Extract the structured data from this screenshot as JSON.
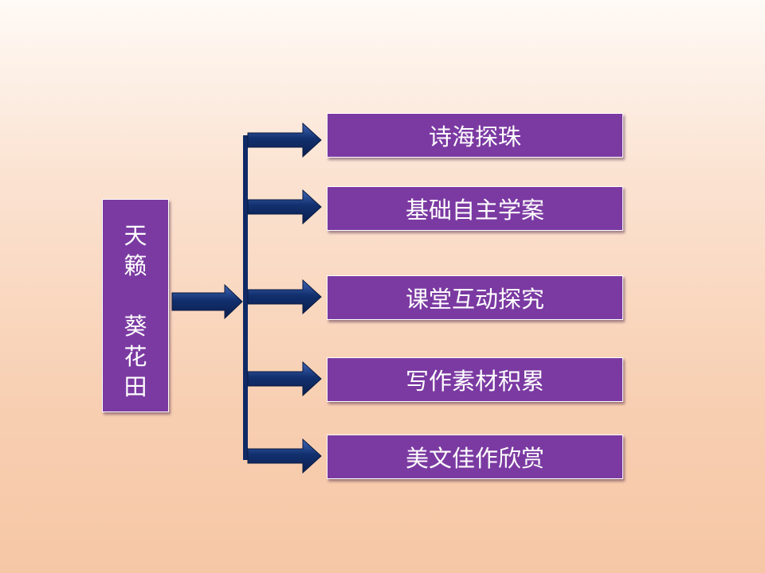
{
  "source": {
    "lines": [
      "天",
      "籁",
      "葵",
      "花",
      "田"
    ]
  },
  "targets": [
    {
      "label": "诗海探珠"
    },
    {
      "label": "基础自主学案"
    },
    {
      "label": "课堂互动探究"
    },
    {
      "label": "写作素材积累"
    },
    {
      "label": "美文佳作欣赏"
    }
  ],
  "colors": {
    "box_fill": "#7b3aa2",
    "arrow_fill": "#0f2a66",
    "connector_line": "#0f2a66"
  }
}
